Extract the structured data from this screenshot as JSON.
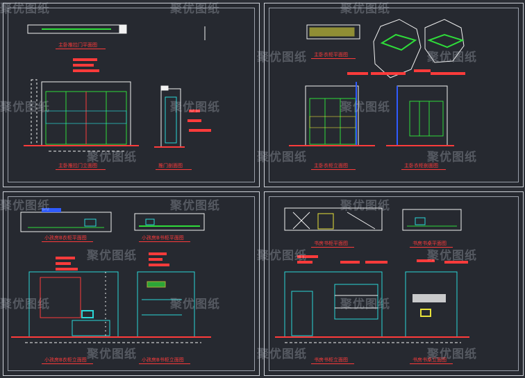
{
  "colors": {
    "background": "#2b2e35",
    "frame": "#cfd3da",
    "caption": "#ff3b3b",
    "green": "#2fdc3a",
    "cyan": "#2ad7d7",
    "yellow": "#e8e23a",
    "blue": "#2f5bff",
    "white": "#f2f2f2"
  },
  "watermark": "聚优图纸",
  "captions": {
    "tl_plan_top": "主卧推拉门平面图",
    "tl_elev": "主卧推拉门立面图",
    "tl_section": "推门剖面图",
    "tr_plan": "主卧衣柜平面图",
    "tr_elev_a": "主卧衣柜立面图",
    "tr_elev_b": "主卧衣柜剖面图",
    "bl_plan_a": "小孩房B衣柜平面图",
    "bl_plan_b": "小孩房B书柜平面图",
    "bl_elev_a": "小孩房B衣柜立面图",
    "bl_elev_b": "小孩房B书柜立面图",
    "br_plan_a": "书房书柜平面图",
    "br_plan_b": "书房书桌平面图",
    "br_elev_a": "书房书柜立面图",
    "br_elev_b": "书房书桌立面图"
  }
}
